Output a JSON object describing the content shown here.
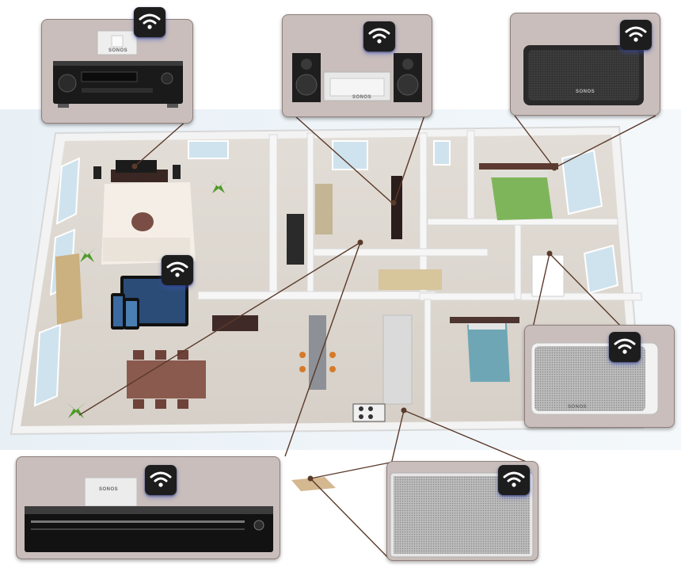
{
  "icons": {
    "wifi": "wifi-icon",
    "plant": "plant-icon"
  },
  "devices": [
    {
      "name": "AV receiver with connect dock",
      "brand_text": "SONOS"
    },
    {
      "name": "Bookshelf speakers with connect amp",
      "brand_text": "SONOS"
    },
    {
      "name": "Play:3 speaker black",
      "brand_text": "SONOS"
    },
    {
      "name": "Play:3 speaker white",
      "brand_text": "SONOS"
    },
    {
      "name": "Play:5 speaker",
      "brand_text": ""
    },
    {
      "name": "Connect unit on amplifier",
      "brand_text": "SONOS"
    }
  ],
  "colors": {
    "callout_bg": "#c9bebb",
    "callout_border": "#8e7f7b",
    "leader_line": "#5a3a2a",
    "wifi_bg": "#1d1d1d",
    "wall": "#f2f2f2",
    "floor": "#dcd6cf",
    "bed_green": "#7fb55a",
    "bed_blue": "#6fa6b5"
  }
}
